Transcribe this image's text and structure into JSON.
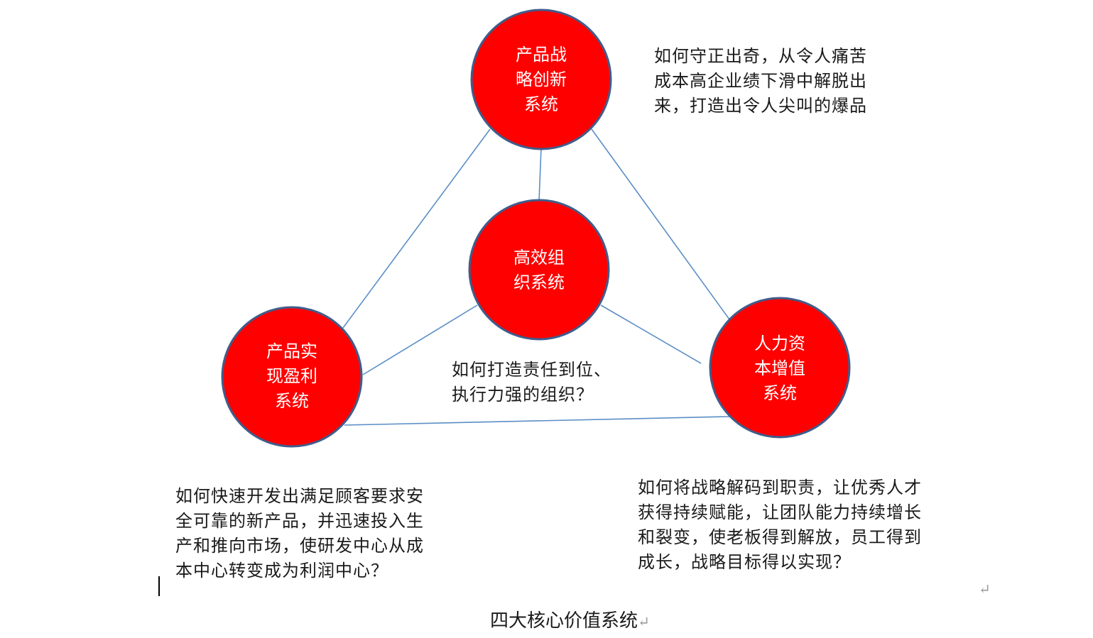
{
  "nodes": {
    "top": "产品战\n略创新\n系统",
    "center": "高效组\n织系统",
    "left": "产品实\n现盈利\n系统",
    "right": "人力资\n本增值\n系统"
  },
  "notes": {
    "top": "如何守正出奇，从令人痛苦\n成本高企业绩下滑中解脱出\n来，打造出令人尖叫的爆品",
    "center": "如何打造责任到位、\n执行力强的组织？",
    "left": "如何快速开发出满足顾客要求安\n全可靠的新产品，并迅速投入生\n产和推向市场，使研发中心从成\n本中心转变成为利润中心？",
    "right": "如何将战略解码到职责，让优秀人才\n获得持续赋能，让团队能力持续增长\n和裂变，使老板得到解放，员工得到\n成长，战略目标得以实现？"
  },
  "caption": "四大核心价值系统",
  "paragraph_mark": "↵",
  "colors": {
    "node_fill": "#ff0000",
    "node_stroke": "#3f5d8c",
    "connector": "#5b8ec6"
  }
}
